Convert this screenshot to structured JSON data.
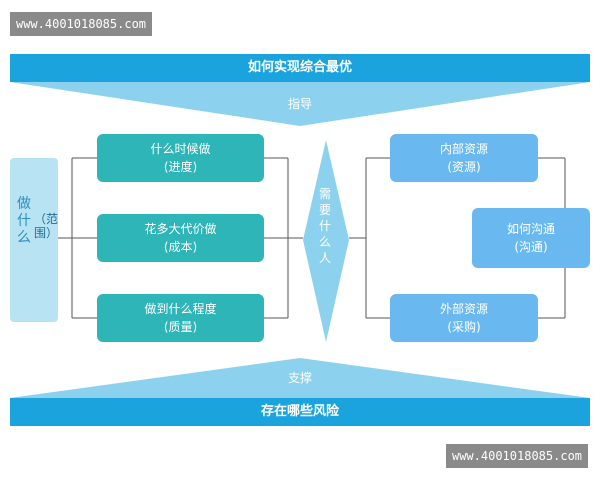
{
  "watermark": {
    "top": "www.4001018085.com",
    "bottom": "www.4001018085.com"
  },
  "header": {
    "title": "如何实现综合最优"
  },
  "footer": {
    "title": "存在哪些风险"
  },
  "wedge_top": {
    "label": "指导"
  },
  "wedge_bottom": {
    "label": "支撑"
  },
  "scope": {
    "main": "做什么",
    "sub": "（范围）"
  },
  "middle_boxes": [
    {
      "main": "什么时候做",
      "sub": "(进度)"
    },
    {
      "main": "花多大代价做",
      "sub": "(成本)"
    },
    {
      "main": "做到什么程度",
      "sub": "(质量)"
    }
  ],
  "center": {
    "label": "需要什么人"
  },
  "resources": [
    {
      "main": "内部资源",
      "sub": "(资源)"
    },
    {
      "main": "外部资源",
      "sub": "(采购)"
    }
  ],
  "communication": {
    "main": "如何沟通",
    "sub": "(沟通)"
  },
  "colors": {
    "band": "#1aa3dd",
    "wedge": "#8cd2ee",
    "diamond": "#8cd2ee",
    "teal_box": "#2eb5b8",
    "blue_box": "#6ab8f0",
    "scope_box": "#b7e3f2",
    "connector": "#555555"
  }
}
